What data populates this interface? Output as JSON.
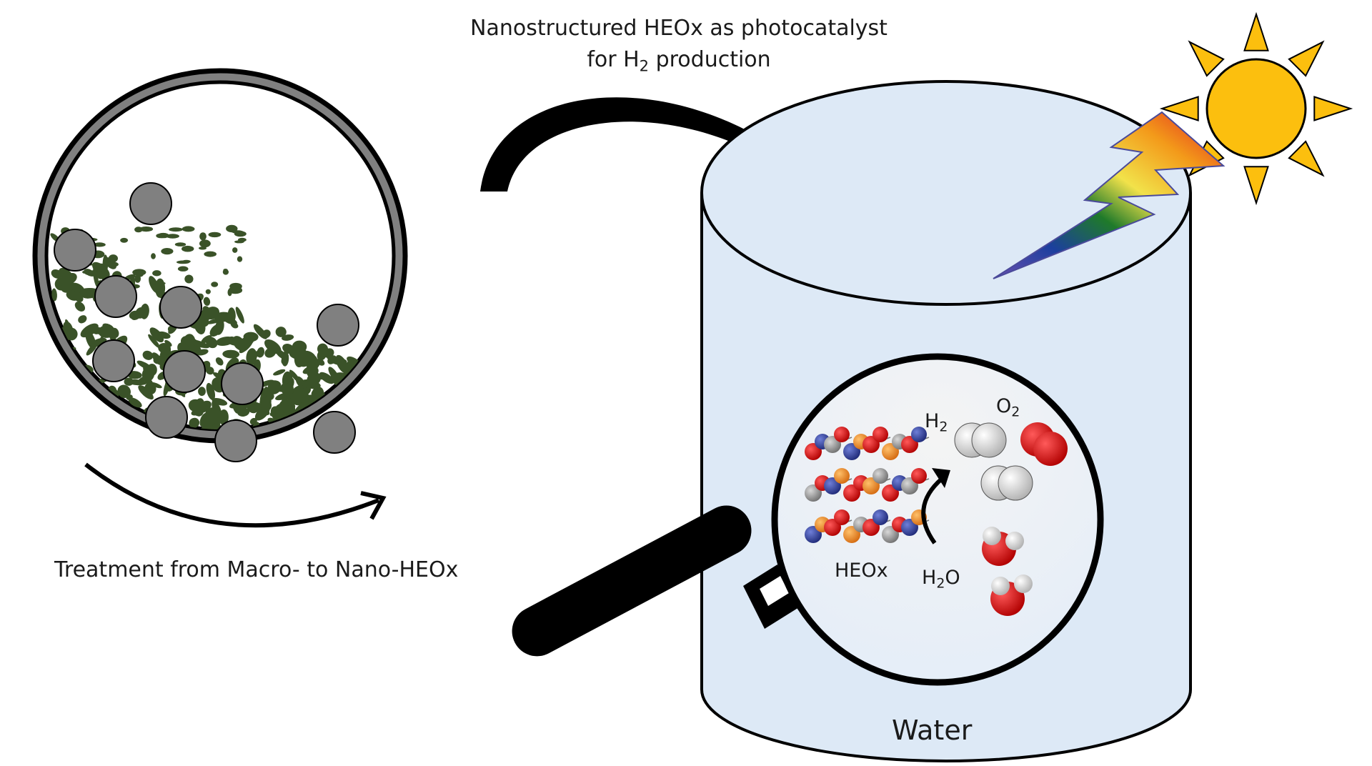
{
  "title": {
    "line1": "Nanostructured HEOx as photocatalyst",
    "line2_prefix": "for H",
    "line2_sub": "2",
    "line2_suffix": " production"
  },
  "treatment_label": "Treatment from Macro- to Nano-HEOx",
  "water_label": "Water",
  "molecules": {
    "h2": {
      "base": "H",
      "sub": "2"
    },
    "o2": {
      "base": "O",
      "sub": "2"
    },
    "h2o": {
      "base": "H",
      "sub": "2",
      "tail": "O"
    },
    "heox": "HEOx"
  },
  "icons": [
    "mill-drum",
    "milling-ball",
    "particle",
    "rotation-arrow",
    "transfer-arrow",
    "sun-icon",
    "lightning-icon",
    "water-cylinder",
    "magnifier-icon",
    "crystal-lattice",
    "h2-molecule",
    "o2-molecule",
    "h2o-molecule",
    "reaction-arrow"
  ],
  "colors": {
    "drum": "#808080",
    "ball": "#808080",
    "particle": "#3a5228",
    "water": "#dde9f6",
    "sun": "#fcbf0e",
    "oxygen": "#dd1a1a",
    "hydrogen": "#e9e9e9"
  }
}
